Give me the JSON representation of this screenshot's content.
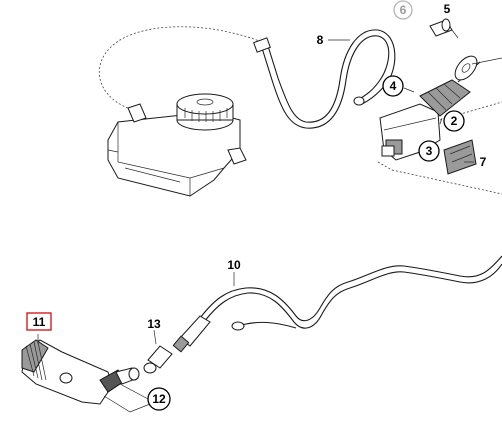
{
  "callouts": {
    "p2": "2",
    "p3": "3",
    "p4": "4",
    "p5": "5",
    "p6": "6",
    "p7": "7",
    "p8": "8",
    "p10": "10",
    "p11": "11",
    "p12": "12",
    "p13": "13"
  },
  "highlight_color": "#d21e1e",
  "highlighted_part": "11"
}
